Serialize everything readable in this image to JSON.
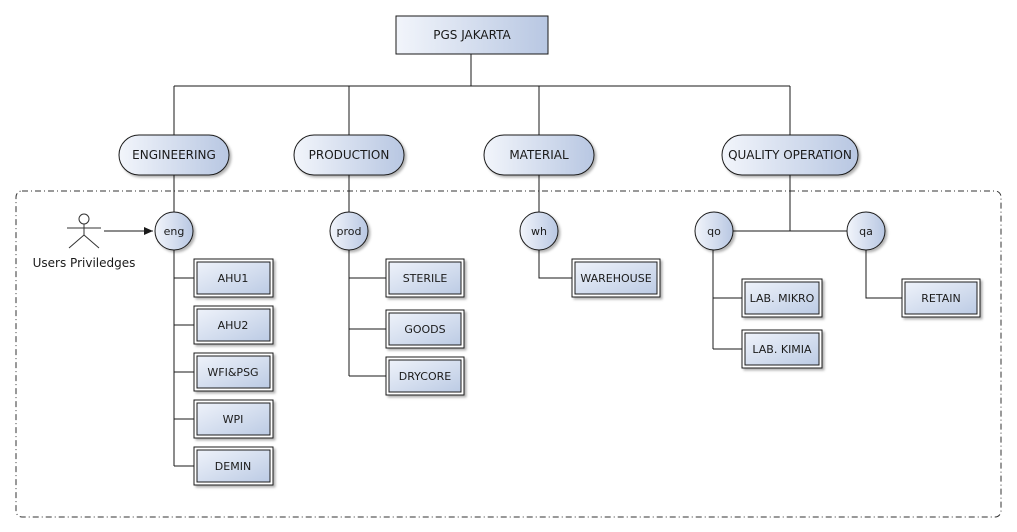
{
  "root": {
    "label": "PGS JAKARTA"
  },
  "departments": [
    {
      "id": "eng",
      "label": "ENGINEERING"
    },
    {
      "id": "prod",
      "label": "PRODUCTION"
    },
    {
      "id": "mat",
      "label": "MATERIAL"
    },
    {
      "id": "qop",
      "label": "QUALITY OPERATION"
    }
  ],
  "groups": [
    {
      "id": "g-eng",
      "label": "eng"
    },
    {
      "id": "g-prod",
      "label": "prod"
    },
    {
      "id": "g-wh",
      "label": "wh"
    },
    {
      "id": "g-qo",
      "label": "qo"
    },
    {
      "id": "g-qa",
      "label": "qa"
    }
  ],
  "units": {
    "eng": [
      "AHU1",
      "AHU2",
      "WFI&PSG",
      "WPI",
      "DEMIN"
    ],
    "prod": [
      "STERILE",
      "GOODS",
      "DRYCORE"
    ],
    "wh": [
      "WAREHOUSE"
    ],
    "qo": [
      "LAB. MIKRO",
      "LAB. KIMIA"
    ],
    "qa": [
      "RETAIN"
    ]
  },
  "actor": {
    "label": "Users Priviledges"
  },
  "colors": {
    "gradient_start": "#f2f5fb",
    "gradient_end": "#b8c7e2",
    "stroke": "#1a1a1a"
  }
}
